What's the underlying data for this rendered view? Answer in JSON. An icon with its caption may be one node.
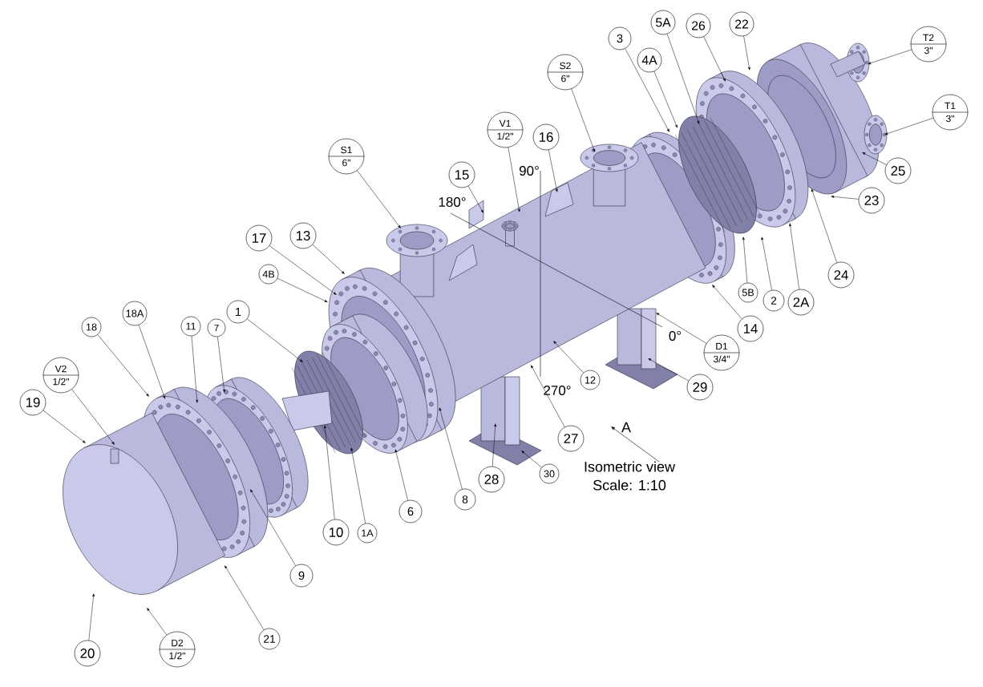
{
  "diagram": {
    "nodes": [
      {
        "text": [
          "S1",
          "6\""
        ]
      },
      {
        "text": [
          "15"
        ]
      },
      {
        "text": [
          "V1",
          "1/2\""
        ]
      },
      {
        "text": [
          "16"
        ]
      },
      {
        "text": [
          "S2",
          "6\""
        ]
      },
      {
        "text": [
          "3"
        ]
      },
      {
        "text": [
          "4A"
        ]
      },
      {
        "text": [
          "5A"
        ]
      },
      {
        "text": [
          "26"
        ]
      },
      {
        "text": [
          "22"
        ]
      },
      {
        "text": [
          "T2",
          "3\""
        ]
      },
      {
        "text": [
          "T1",
          "3\""
        ]
      },
      {
        "text": [
          "25"
        ]
      },
      {
        "text": [
          "23"
        ]
      },
      {
        "text": [
          "24"
        ]
      },
      {
        "text": [
          "2A"
        ]
      },
      {
        "text": [
          "2"
        ]
      },
      {
        "text": [
          "5B"
        ]
      },
      {
        "text": [
          "14"
        ]
      },
      {
        "text": [
          "D1",
          "3/4\""
        ]
      },
      {
        "text": [
          "29"
        ]
      },
      {
        "text": [
          "12"
        ]
      },
      {
        "text": [
          "27"
        ]
      },
      {
        "text": [
          "30"
        ]
      },
      {
        "text": [
          "28"
        ]
      },
      {
        "text": [
          "8"
        ]
      },
      {
        "text": [
          "6"
        ]
      },
      {
        "text": [
          "1A"
        ]
      },
      {
        "text": [
          "10"
        ]
      },
      {
        "text": [
          "9"
        ]
      },
      {
        "text": [
          "21"
        ]
      },
      {
        "text": [
          "D2",
          "1/2\""
        ]
      },
      {
        "text": [
          "20"
        ]
      },
      {
        "text": [
          "19"
        ]
      },
      {
        "text": [
          "V2",
          "1/2\""
        ]
      },
      {
        "text": [
          "18"
        ]
      },
      {
        "text": [
          "18A"
        ]
      },
      {
        "text": [
          "11"
        ]
      },
      {
        "text": [
          "7"
        ]
      },
      {
        "text": [
          "1"
        ]
      },
      {
        "text": [
          "4B"
        ]
      },
      {
        "text": [
          "17"
        ]
      },
      {
        "text": [
          "13"
        ]
      },
      {
        "text": [],
        "shape": "picture"
      },
      {
        "text": [],
        "shape": "picture"
      },
      {
        "text": [],
        "shape": "picture"
      },
      {
        "text": [],
        "shape": "picture"
      },
      {
        "text": [],
        "shape": "picture"
      },
      {
        "text": [],
        "shape": "picture"
      },
      {
        "text": [],
        "shape": "picture",
        "in": 54
      },
      {
        "text": [],
        "shape": "picture",
        "in": 54
      },
      {
        "text": [],
        "shape": "picture",
        "in": 54
      },
      {
        "text": [],
        "shape": "picture"
      },
      {
        "text": [],
        "shape": "picture",
        "in": 54
      },
      {
        "text": [],
        "shape": "picture"
      },
      {
        "text": [],
        "shape": "picture",
        "in": 54
      },
      {
        "text": [],
        "shape": "picture",
        "in": 54
      },
      {
        "text": [],
        "shape": "picture"
      },
      {
        "text": [],
        "shape": "picture"
      },
      {
        "text": [],
        "shape": "picture"
      },
      {
        "text": [],
        "shape": "picture"
      },
      {
        "text": [],
        "shape": "picture"
      },
      {
        "text": [],
        "shape": "picture"
      },
      {
        "text": [],
        "shape": "picture"
      }
    ],
    "edges": [
      {
        "from": 0,
        "to": 49,
        "arrow": "to"
      },
      {
        "from": 1,
        "to": 51,
        "arrow": "to"
      },
      {
        "from": 2,
        "to": 53,
        "arrow": "to"
      },
      {
        "from": 3,
        "to": 55,
        "arrow": "to"
      },
      {
        "from": 4,
        "to": 56,
        "arrow": "to"
      },
      {
        "from": 5,
        "to": 59,
        "arrow": "to"
      },
      {
        "from": 6,
        "to": 59,
        "arrow": "to"
      },
      {
        "from": 7,
        "to": 59,
        "arrow": "to"
      },
      {
        "from": 8,
        "to": 60,
        "arrow": "to"
      },
      {
        "from": 9,
        "to": 60,
        "arrow": "to"
      },
      {
        "from": 10,
        "to": 62,
        "arrow": "to"
      },
      {
        "from": 11,
        "to": 63,
        "arrow": "to"
      },
      {
        "from": 12,
        "to": 61,
        "arrow": "to"
      },
      {
        "from": 13,
        "to": 61,
        "arrow": "to"
      },
      {
        "from": 14,
        "to": 61,
        "arrow": "to"
      },
      {
        "from": 15,
        "to": 60,
        "arrow": "to"
      },
      {
        "from": 16,
        "to": 60,
        "arrow": "to"
      },
      {
        "from": 17,
        "to": 59,
        "arrow": "to"
      },
      {
        "from": 18,
        "to": 58,
        "arrow": "to"
      },
      {
        "from": 19,
        "to": 57,
        "arrow": "to"
      },
      {
        "from": 20,
        "to": 57,
        "arrow": "to"
      },
      {
        "from": 21,
        "to": 54,
        "arrow": "to"
      },
      {
        "from": 22,
        "to": 52,
        "arrow": "to"
      },
      {
        "from": 23,
        "to": 52,
        "arrow": "to"
      },
      {
        "from": 24,
        "to": 52,
        "arrow": "to"
      },
      {
        "from": 25,
        "to": 48,
        "arrow": "to"
      },
      {
        "from": 26,
        "to": 47,
        "arrow": "to"
      },
      {
        "from": 27,
        "to": 46,
        "arrow": "to"
      },
      {
        "from": 28,
        "to": 46,
        "arrow": "to"
      },
      {
        "from": 29,
        "to": 45,
        "arrow": "to"
      },
      {
        "from": 30,
        "to": 44,
        "arrow": "to"
      },
      {
        "from": 31,
        "to": 43,
        "arrow": "to"
      },
      {
        "from": 32,
        "to": 43,
        "arrow": "to"
      },
      {
        "from": 33,
        "to": 43,
        "arrow": "to"
      },
      {
        "from": 34,
        "to": 43,
        "arrow": "to"
      },
      {
        "from": 35,
        "to": 44,
        "arrow": "to"
      },
      {
        "from": 36,
        "to": 44,
        "arrow": "to"
      },
      {
        "from": 37,
        "to": 45,
        "arrow": "to"
      },
      {
        "from": 38,
        "to": 45,
        "arrow": "to"
      },
      {
        "from": 39,
        "to": 46,
        "arrow": "to"
      },
      {
        "from": 40,
        "to": 48,
        "arrow": "to"
      },
      {
        "from": 41,
        "to": 48,
        "arrow": "to"
      },
      {
        "from": 42,
        "to": 48,
        "arrow": "to"
      }
    ],
    "labels": [
      "90°",
      "180°",
      "0°",
      "270°",
      "A",
      "Isometric view",
      "Scale:  1:10"
    ]
  }
}
